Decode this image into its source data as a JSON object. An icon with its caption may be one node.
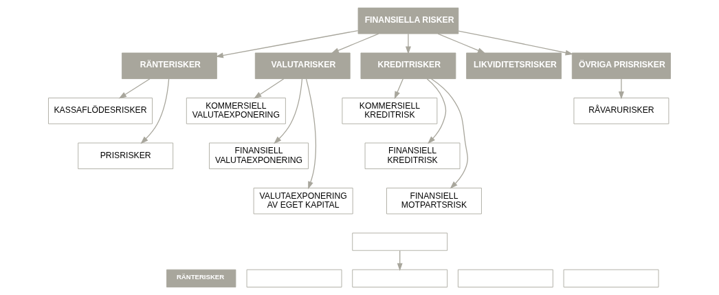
{
  "diagram": {
    "nodes": [
      {
        "text": [
          "FINANSIELLA RISKER"
        ]
      },
      {
        "text": [
          "RÄNTERISKER"
        ]
      },
      {
        "text": [
          "VALUTARISKER"
        ]
      },
      {
        "text": [
          "KREDITRISKER"
        ]
      },
      {
        "text": [
          "LIKVIDITETSRISKER"
        ]
      },
      {
        "text": [
          "ÖVRIGA PRISRISKER"
        ]
      },
      {
        "text": [
          "KASSAFLÖDESRISKER"
        ]
      },
      {
        "text": [
          "KOMMERSIELL VALUTAEXPONERING"
        ]
      },
      {
        "text": [
          "KOMMERSIELL KREDITRISK"
        ]
      },
      {
        "text": [
          "RÅVARURISKER"
        ]
      },
      {
        "text": [
          "PRISRISKER"
        ]
      },
      {
        "text": [
          "FINANSIELL VALUTAEXPONERING"
        ]
      },
      {
        "text": [
          "FINANSIELL KREDITRISK"
        ]
      },
      {
        "text": [
          "VALUTAEXPONERING AV EGET KAPITAL"
        ]
      },
      {
        "text": [
          "FINANSIELL MOTPARTSRISK"
        ]
      },
      {
        "text": [],
        "shape": "box"
      },
      {
        "text": [
          "RÄNTERISKER"
        ]
      },
      {
        "text": [],
        "shape": "box"
      },
      {
        "text": [],
        "shape": "box"
      },
      {
        "text": [],
        "shape": "box"
      },
      {
        "text": [],
        "shape": "box"
      }
    ],
    "edges": [
      {
        "from": 0,
        "to": 1,
        "arrow": "to"
      },
      {
        "from": 0,
        "to": 2,
        "arrow": "to"
      },
      {
        "from": 0,
        "to": 3,
        "arrow": "to"
      },
      {
        "from": 0,
        "to": 4,
        "arrow": "to"
      },
      {
        "from": 0,
        "to": 5,
        "arrow": "to"
      },
      {
        "from": 1,
        "to": 6,
        "arrow": "to"
      },
      {
        "from": 1,
        "to": 10,
        "arrow": "to"
      },
      {
        "from": 2,
        "to": 7,
        "arrow": "to"
      },
      {
        "from": 2,
        "to": 11,
        "arrow": "to"
      },
      {
        "from": 2,
        "to": 13,
        "arrow": "to"
      },
      {
        "from": 3,
        "to": 8,
        "arrow": "to"
      },
      {
        "from": 3,
        "to": 12,
        "arrow": "to"
      },
      {
        "from": 3,
        "to": 14,
        "arrow": "to"
      },
      {
        "from": 5,
        "to": 9,
        "arrow": "to"
      },
      {
        "from": 15,
        "to": 18,
        "arrow": "to"
      }
    ]
  }
}
